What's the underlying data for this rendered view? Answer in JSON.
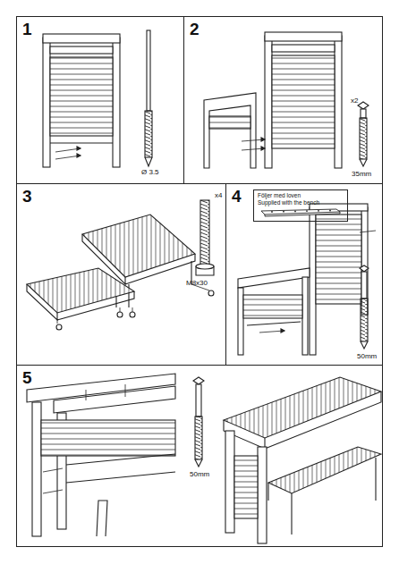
{
  "diagram": {
    "nodes": [
      {
        "text": [
          "1"
        ]
      },
      {
        "text": [
          "2"
        ]
      },
      {
        "text": [
          "3"
        ]
      },
      {
        "text": [
          "4"
        ]
      },
      {
        "text": [
          "5"
        ]
      },
      {
        "text": [
          "Följer med loven",
          "Supplied with the bench"
        ],
        "in": 3
      }
    ],
    "labels": [
      "Ø 3.5",
      "x2",
      "35mm",
      "x4",
      "M8x30",
      "50mm",
      "50mm"
    ]
  }
}
